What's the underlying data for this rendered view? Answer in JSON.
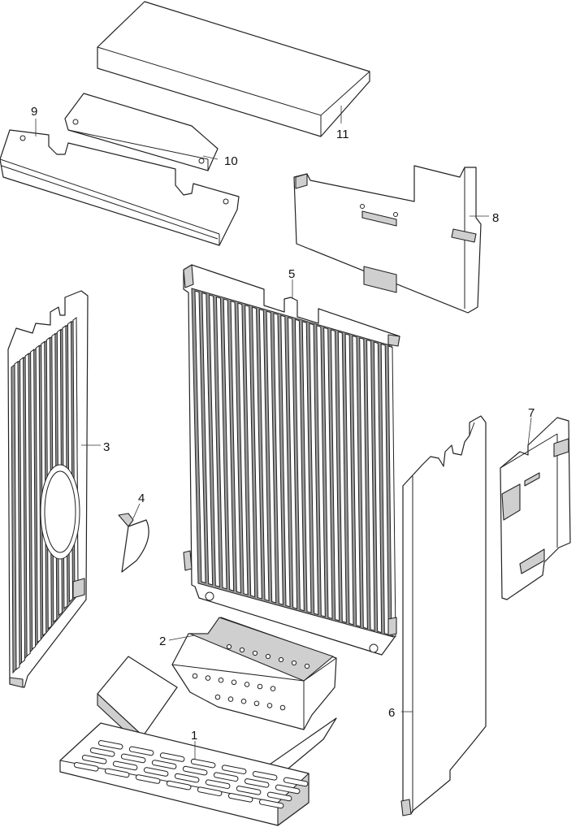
{
  "diagram": {
    "parts": [
      {
        "id": "1",
        "label": "1"
      },
      {
        "id": "2",
        "label": "2"
      },
      {
        "id": "3",
        "label": "3"
      },
      {
        "id": "4",
        "label": "4"
      },
      {
        "id": "5",
        "label": "5"
      },
      {
        "id": "6",
        "label": "6"
      },
      {
        "id": "7",
        "label": "7"
      },
      {
        "id": "8",
        "label": "8"
      },
      {
        "id": "9",
        "label": "9"
      },
      {
        "id": "10",
        "label": "10"
      },
      {
        "id": "11",
        "label": "11"
      }
    ],
    "colors": {
      "line": "#222222",
      "shade": "#cfcfcf",
      "dark": "#9a9a9a",
      "background": "#ffffff"
    }
  }
}
